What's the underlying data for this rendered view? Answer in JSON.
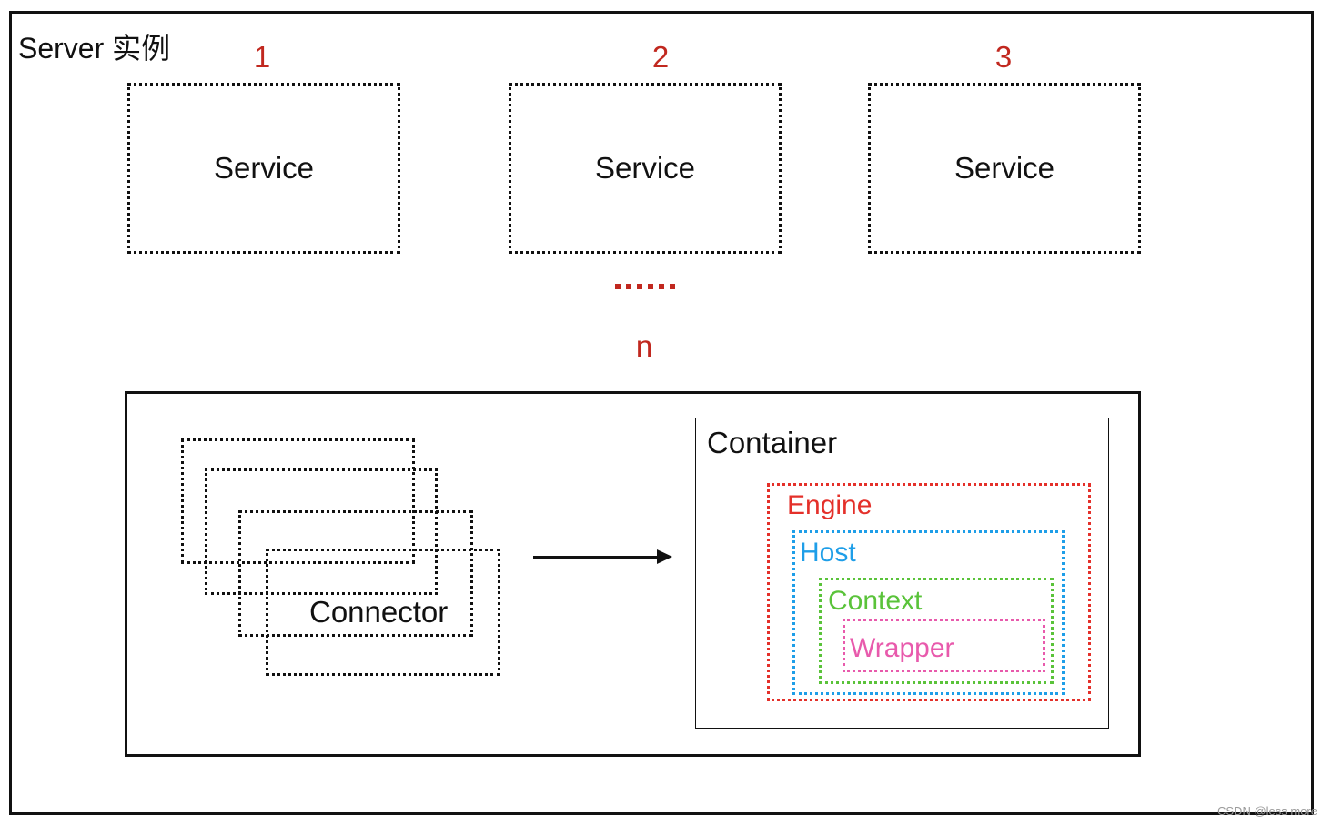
{
  "server": {
    "title": "Server 实例"
  },
  "services": [
    {
      "number": "1",
      "label": "Service"
    },
    {
      "number": "2",
      "label": "Service"
    },
    {
      "number": "3",
      "label": "Service"
    }
  ],
  "ellipsis_color": "#c1281f",
  "service_count_label": "n",
  "connector": {
    "label": "Connector"
  },
  "container": {
    "label": "Container",
    "engine": {
      "label": "Engine",
      "color": "#e4302a"
    },
    "host": {
      "label": "Host",
      "color": "#1e9ee8"
    },
    "context": {
      "label": "Context",
      "color": "#5ac33a"
    },
    "wrapper": {
      "label": "Wrapper",
      "color": "#e85aac"
    }
  },
  "watermark": "CSDN @less more"
}
